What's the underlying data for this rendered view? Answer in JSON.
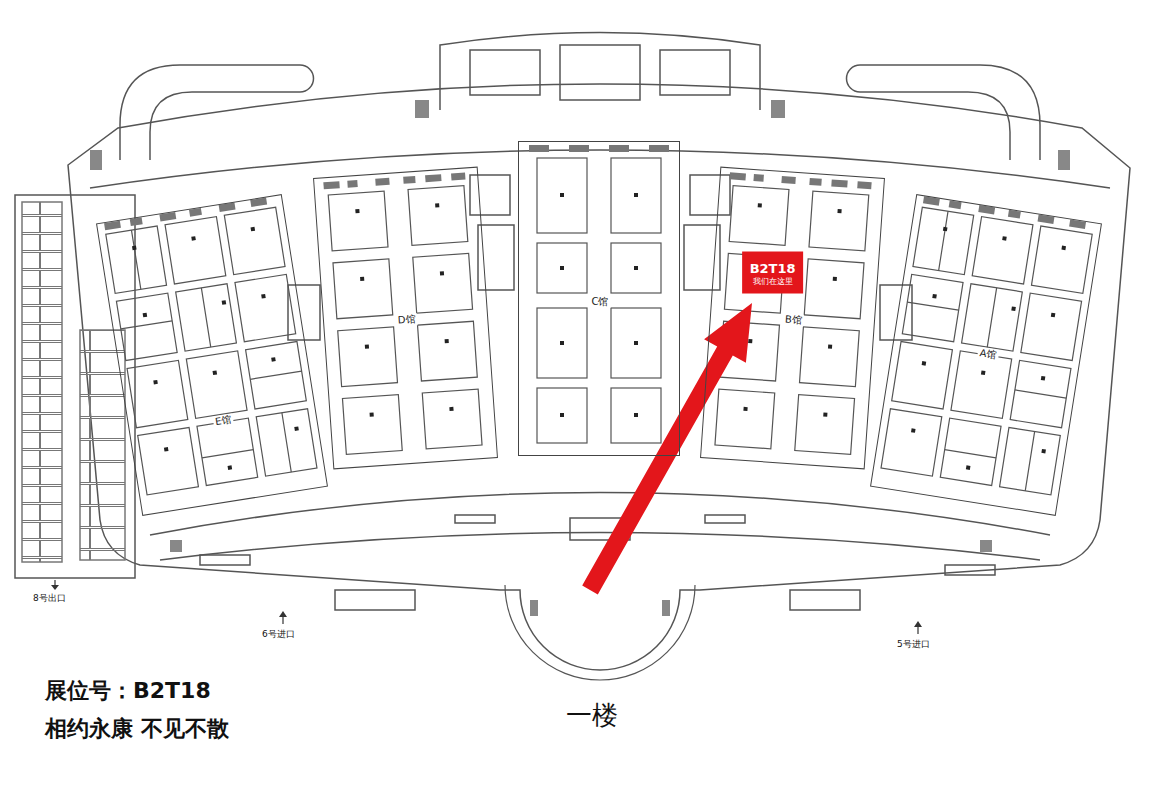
{
  "diagram": {
    "nodes": [
      {
        "text": [
          "E馆"
        ]
      },
      {
        "text": [
          "D馆"
        ]
      },
      {
        "text": [
          "C馆"
        ]
      },
      {
        "text": [
          "B馆"
        ]
      },
      {
        "text": [
          "A馆"
        ]
      },
      {
        "text": [
          "B2T18",
          "我们在这里"
        ],
        "in": 3
      }
    ],
    "labels": [
      "8号出口",
      "6号进口",
      "5号进口",
      "展位号：B2T18",
      "相约永康 不见不散",
      "一楼"
    ]
  }
}
